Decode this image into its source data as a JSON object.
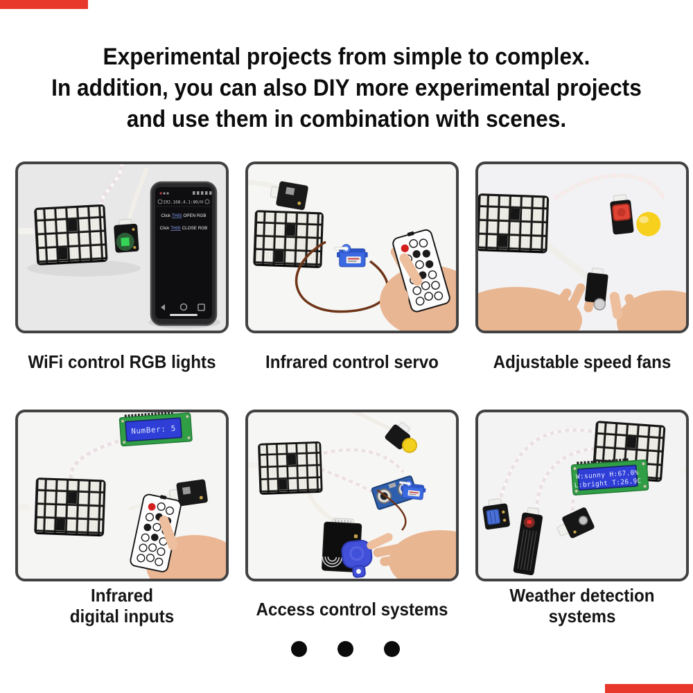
{
  "page": {
    "background": "#ffffff",
    "accent_red": "#e8382c"
  },
  "header": {
    "line1": "Experimental projects from simple to complex.",
    "line2": "In addition, you can also DIY more experimental projects",
    "line3": "and use them in combination with scenes."
  },
  "panels": [
    {
      "caption_line1": "WiFi control RGB lights",
      "phone": {
        "url": "192.168.4.1:80/H",
        "line1": {
          "pre": "Click",
          "link": "THIS",
          "suf": "OPEN RGB"
        },
        "line2": {
          "pre": "Click",
          "link": "THIS",
          "suf": "CLOSE RGB"
        },
        "nav_icons": [
          "back",
          "home",
          "recents"
        ]
      }
    },
    {
      "caption_line1": "Infrared control servo"
    },
    {
      "caption_line1": "Adjustable speed fans"
    },
    {
      "caption_line1": "Infrared",
      "caption_line2": "digital inputs",
      "lcd_text": "NumBer: 5"
    },
    {
      "caption_line1": "Access control systems"
    },
    {
      "caption_line1": "Weather detection",
      "caption_line2": "systems",
      "lcd_line1": "W:sunny H:67.0%",
      "lcd_line2": "L:bright T:26.9C"
    }
  ],
  "carousel": {
    "dot_count": 3
  }
}
